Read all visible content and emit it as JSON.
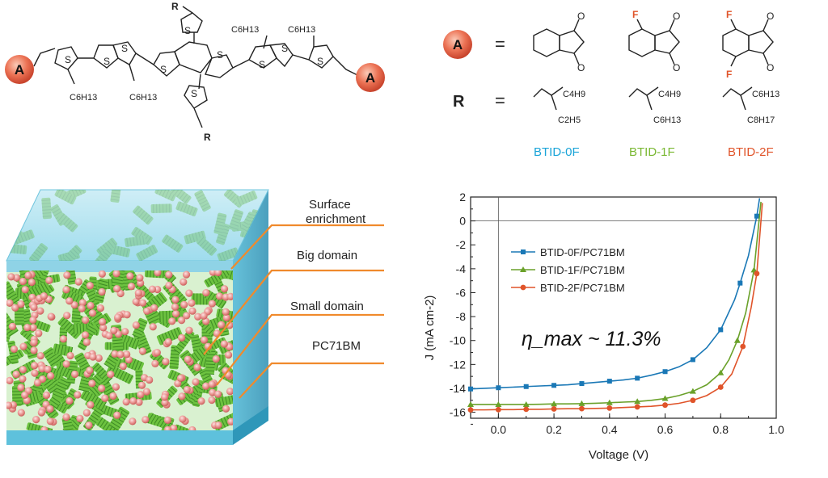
{
  "colors": {
    "blue": "#1a78b6",
    "green": "#6aa12a",
    "red": "#e0542a",
    "fluorine": "#e0542a",
    "acceptor_ball": "#e66b4e",
    "film_blue": "#8fd3e6",
    "grain_green": "#5fb83a",
    "fullerene_pink": "#e8a0a0",
    "label_line": "#f08a2c"
  },
  "molecule": {
    "acceptor_letter": "A",
    "side_chain_letter": "R",
    "alkyl": [
      "C6H13",
      "C6H13",
      "C6H13",
      "C6H13"
    ]
  },
  "substituents": {
    "a_letter": "A",
    "r_letter": "R",
    "equals": "=",
    "fluorine": "F",
    "r_groups": [
      {
        "top": "C4H9",
        "bottom": "C2H5"
      },
      {
        "top": "C4H9",
        "bottom": "C6H13"
      },
      {
        "top": "C6H13",
        "bottom": "C8H17"
      }
    ],
    "names": [
      {
        "text": "BTID-0F",
        "color": "#1aa4d8"
      },
      {
        "text": "BTID-1F",
        "color": "#7ab833"
      },
      {
        "text": "BTID-2F",
        "color": "#e0542a"
      }
    ]
  },
  "morphology": {
    "labels": [
      {
        "line1": "Surface",
        "line2": "enrichment"
      },
      {
        "line1": "Big domain",
        "line2": ""
      },
      {
        "line1": "Small domain",
        "line2": ""
      },
      {
        "line1": "PC71BM",
        "line2": ""
      }
    ]
  },
  "chart_data": {
    "type": "line",
    "xlabel": "Voltage (V)",
    "ylabel": "J (mA cm-2)",
    "xlim": [
      -0.1,
      1.0
    ],
    "ylim": [
      -16.5,
      2
    ],
    "xticks": [
      0.0,
      0.2,
      0.4,
      0.6,
      0.8,
      1.0
    ],
    "yticks": [
      2,
      0,
      -2,
      -4,
      -6,
      -8,
      -10,
      -12,
      -14,
      -16
    ],
    "annotation": "η_max ~ 11.3%",
    "legend_position": "upper-left",
    "series": [
      {
        "name": "BTID-0F/PC71BM",
        "marker": "square",
        "color": "#1a78b6",
        "x": [
          -0.1,
          -0.05,
          0.0,
          0.05,
          0.1,
          0.15,
          0.2,
          0.25,
          0.3,
          0.35,
          0.4,
          0.45,
          0.5,
          0.55,
          0.6,
          0.65,
          0.7,
          0.75,
          0.8,
          0.85,
          0.87,
          0.9,
          0.93,
          0.94
        ],
        "y": [
          -14.05,
          -14.0,
          -13.95,
          -13.9,
          -13.85,
          -13.8,
          -13.75,
          -13.7,
          -13.6,
          -13.5,
          -13.4,
          -13.3,
          -13.15,
          -12.9,
          -12.6,
          -12.2,
          -11.6,
          -10.6,
          -9.1,
          -6.6,
          -5.2,
          -2.9,
          0.4,
          1.9
        ]
      },
      {
        "name": "BTID-1F/PC71BM",
        "marker": "triangle",
        "color": "#6aa12a",
        "x": [
          -0.1,
          -0.05,
          0.0,
          0.05,
          0.1,
          0.15,
          0.2,
          0.25,
          0.3,
          0.35,
          0.4,
          0.45,
          0.5,
          0.55,
          0.6,
          0.65,
          0.7,
          0.75,
          0.8,
          0.83,
          0.86,
          0.89,
          0.92,
          0.945
        ],
        "y": [
          -15.35,
          -15.35,
          -15.35,
          -15.35,
          -15.35,
          -15.33,
          -15.3,
          -15.3,
          -15.28,
          -15.25,
          -15.2,
          -15.15,
          -15.1,
          -15.0,
          -14.85,
          -14.6,
          -14.25,
          -13.7,
          -12.7,
          -11.6,
          -10.0,
          -7.7,
          -4.1,
          1.6
        ]
      },
      {
        "name": "BTID-2F/PC71BM",
        "marker": "circle",
        "color": "#e0542a",
        "x": [
          -0.1,
          -0.05,
          0.0,
          0.05,
          0.1,
          0.15,
          0.2,
          0.25,
          0.3,
          0.35,
          0.4,
          0.45,
          0.5,
          0.55,
          0.6,
          0.65,
          0.7,
          0.75,
          0.8,
          0.84,
          0.88,
          0.91,
          0.93,
          0.95
        ],
        "y": [
          -15.8,
          -15.8,
          -15.78,
          -15.78,
          -15.75,
          -15.75,
          -15.72,
          -15.7,
          -15.7,
          -15.68,
          -15.65,
          -15.6,
          -15.55,
          -15.5,
          -15.4,
          -15.25,
          -15.0,
          -14.6,
          -13.9,
          -12.8,
          -10.5,
          -7.2,
          -4.4,
          1.5
        ]
      }
    ]
  }
}
